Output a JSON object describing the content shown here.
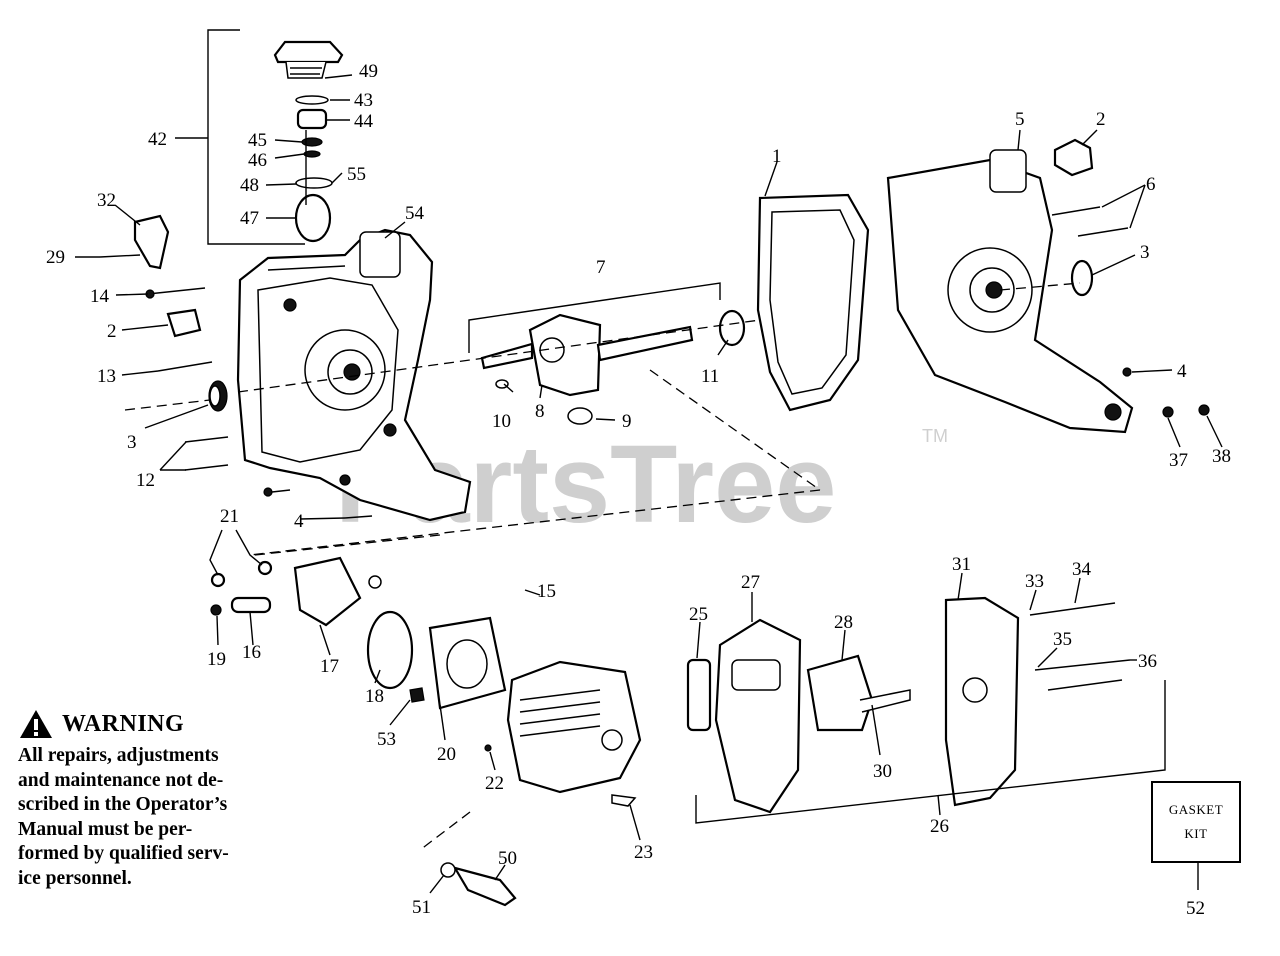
{
  "watermark": {
    "text": "PartsTree",
    "trademark": "TM"
  },
  "warning": {
    "icon": "warning-triangle-icon",
    "title": "WARNING",
    "body": "All repairs, adjustments\nand maintenance not de-\nscribed in the Operator’s\nManual must be per-\nformed by qualified serv-\nice personnel."
  },
  "gasket_kit": {
    "line1": "GASKET",
    "line2": "KIT"
  },
  "part_labels": {
    "p1": "1",
    "p2a": "2",
    "p2b": "2",
    "p3a": "3",
    "p3b": "3",
    "p4a": "4",
    "p4b": "4",
    "p5": "5",
    "p6": "6",
    "p7": "7",
    "p8": "8",
    "p9": "9",
    "p10": "10",
    "p11": "11",
    "p12": "12",
    "p13": "13",
    "p14": "14",
    "p15": "15",
    "p16": "16",
    "p17": "17",
    "p18": "18",
    "p19": "19",
    "p20": "20",
    "p21": "21",
    "p22": "22",
    "p23": "23",
    "p25": "25",
    "p26": "26",
    "p27": "27",
    "p28": "28",
    "p29": "29",
    "p30": "30",
    "p31": "31",
    "p32": "32",
    "p33": "33",
    "p34": "34",
    "p35": "35",
    "p36": "36",
    "p37": "37",
    "p38": "38",
    "p42": "42",
    "p43": "43",
    "p44": "44",
    "p45": "45",
    "p46": "46",
    "p47": "47",
    "p48": "48",
    "p49": "49",
    "p50": "50",
    "p51": "51",
    "p52": "52",
    "p53": "53",
    "p54": "54",
    "p55": "55"
  }
}
